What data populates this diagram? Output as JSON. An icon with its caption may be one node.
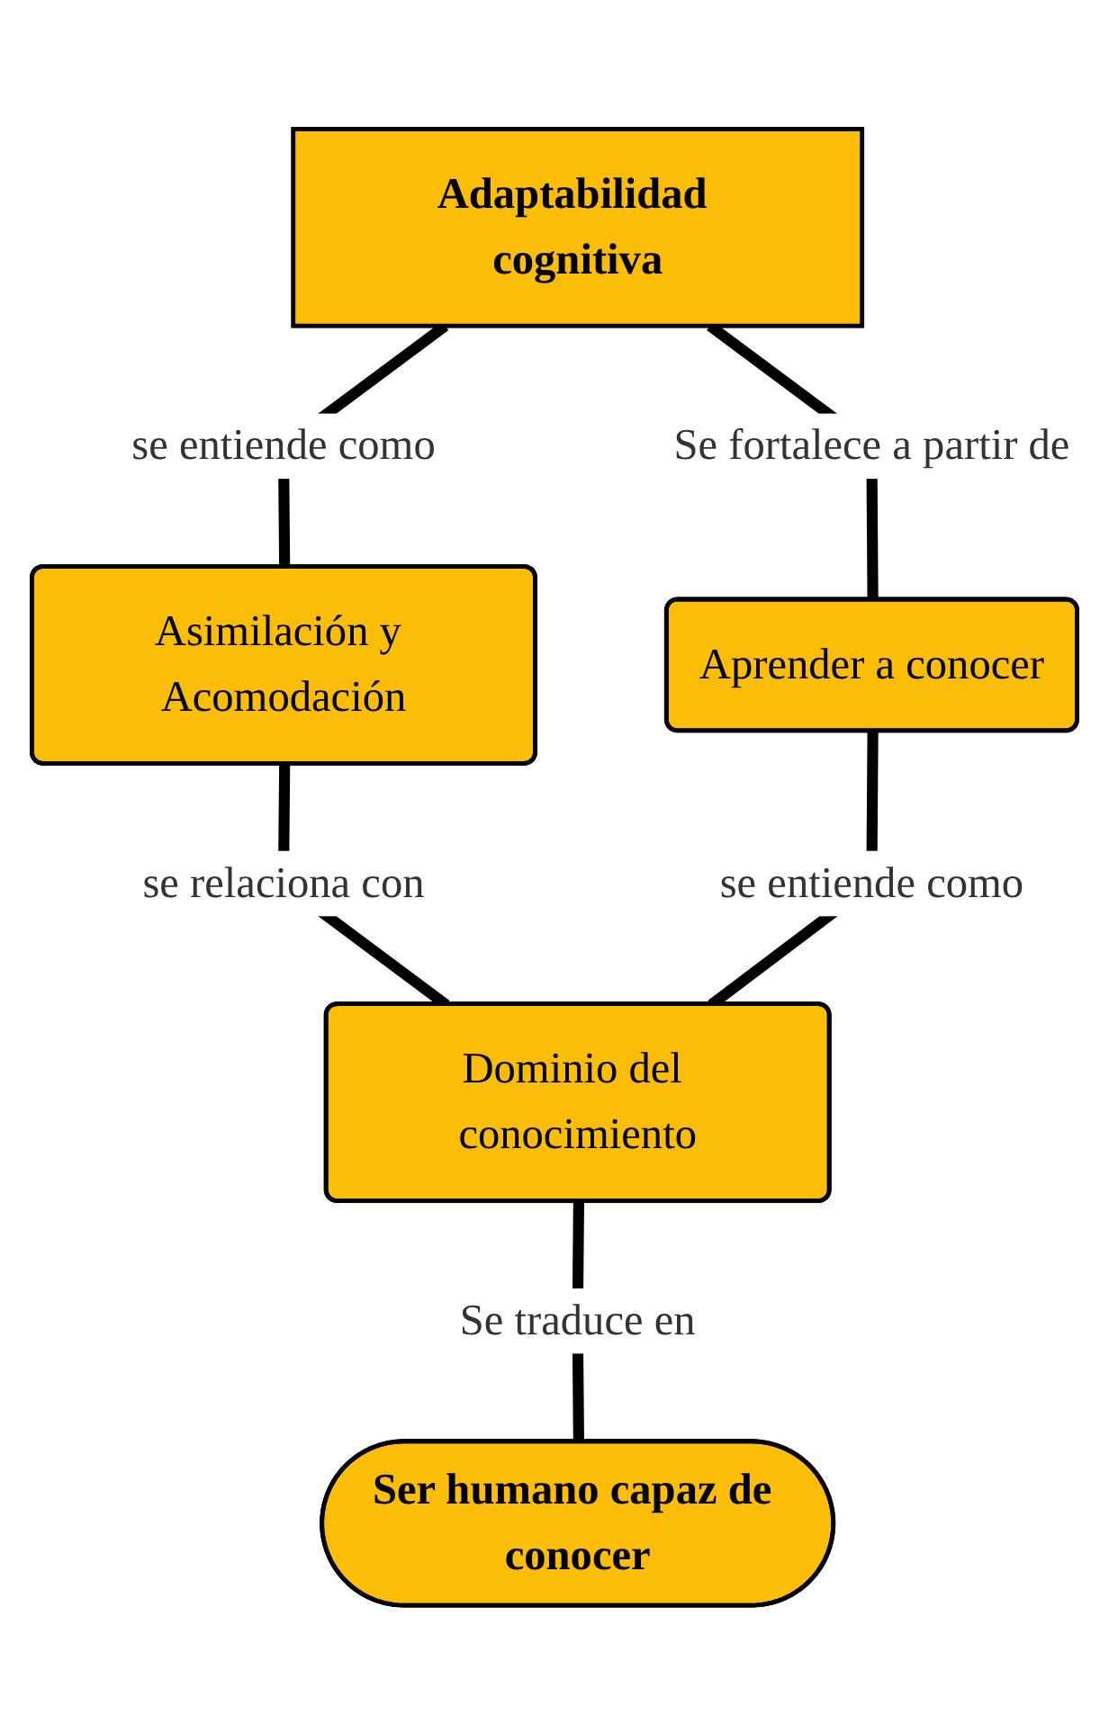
{
  "diagram": {
    "nodes": [
      {
        "text": [
          "Adaptabilidad cognitiva"
        ]
      },
      {
        "text": [
          "Asimilación y Acomodación"
        ]
      },
      {
        "text": [
          "Aprender a conocer"
        ]
      },
      {
        "text": [
          "Dominio del conocimiento"
        ]
      },
      {
        "text": [
          "Ser humano capaz de conocer"
        ]
      }
    ],
    "edges": [
      {
        "from": 0,
        "to": 1,
        "arrow": "none",
        "label": "se entiende como"
      },
      {
        "from": 0,
        "to": 2,
        "arrow": "none",
        "label": "Se fortalece a partir de"
      },
      {
        "from": 1,
        "to": 3,
        "arrow": "none",
        "label": "se relaciona con"
      },
      {
        "from": 2,
        "to": 3,
        "arrow": "none",
        "label": "se entiende como"
      },
      {
        "from": 3,
        "to": 4,
        "arrow": "none",
        "label": "Se traduce en"
      }
    ]
  }
}
